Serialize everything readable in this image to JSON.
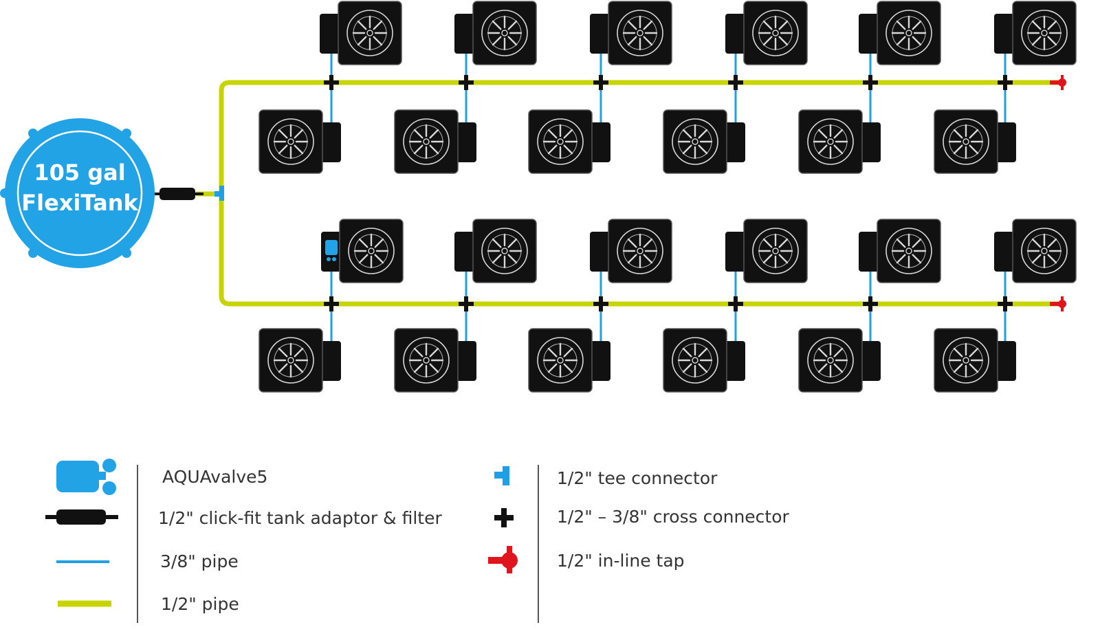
{
  "tank": {
    "line1": "105 gal",
    "line2": "FlexiTank"
  },
  "colors": {
    "tank": "#22a3e6",
    "half_inch_pipe": "#c8d400",
    "three_eighth_pipe": "#1fa0e4",
    "connector": "#111111",
    "tap": "#e0141c",
    "pot": "#111111"
  },
  "legend": {
    "left": [
      {
        "icon": "aquavalve-icon",
        "label": "AQUAvalve5"
      },
      {
        "icon": "tank-adaptor-filter-icon",
        "label": "1/2\" click-fit tank adaptor & filter"
      },
      {
        "icon": "three-eighth-pipe-icon",
        "label": "3/8\" pipe"
      },
      {
        "icon": "half-inch-pipe-icon",
        "label": "1/2\" pipe"
      }
    ],
    "right": [
      {
        "icon": "tee-connector-icon",
        "label": "1/2\" tee connector"
      },
      {
        "icon": "cross-connector-icon",
        "label": "1/2\" – 3/8\" cross connector"
      },
      {
        "icon": "inline-tap-icon",
        "label": "1/2\" in-line tap"
      }
    ]
  }
}
